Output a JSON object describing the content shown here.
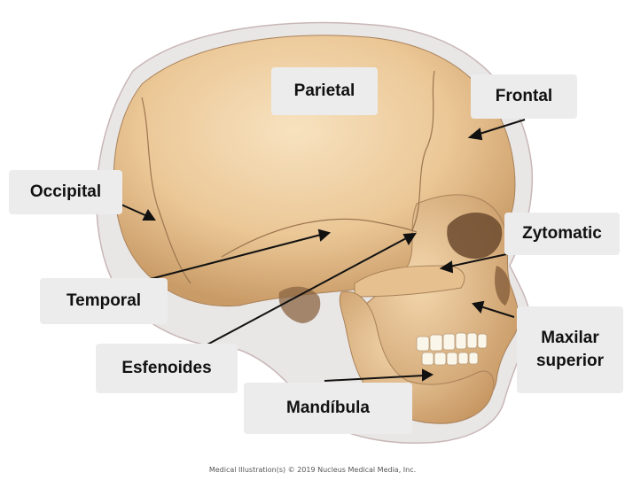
{
  "labels": {
    "parietal": "Parietal",
    "frontal": "Frontal",
    "occipital": "Occipital",
    "zytomatic": "Zytomatic",
    "temporal": "Temporal",
    "maxilar": "Maxilar superior",
    "esfenoides": "Esfenoides",
    "mandibula": "Mandíbula"
  },
  "credit": "Medical Illustration(s) © 2019 Nucleus Medical Media, Inc.",
  "colors": {
    "bone_light": "#f4d9b0",
    "bone_mid": "#e2b98a",
    "bone_dark": "#b88a5a",
    "label_bg": "#ececec",
    "outline": "#c9b7b7"
  }
}
